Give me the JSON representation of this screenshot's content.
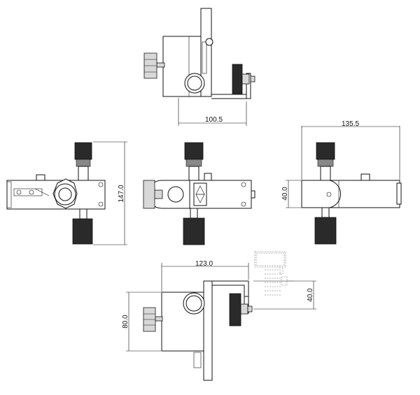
{
  "dimensions": {
    "top_width": "100.5",
    "right_width": "135.5",
    "front_height": "147.0",
    "right_height": "40.0",
    "bottom_width": "123.0",
    "bottom_height": "80.0",
    "bottom_offset": "40.0"
  },
  "colors": {
    "line": "#111111",
    "knob": "#2a2a2a",
    "ghost": "#999999"
  }
}
